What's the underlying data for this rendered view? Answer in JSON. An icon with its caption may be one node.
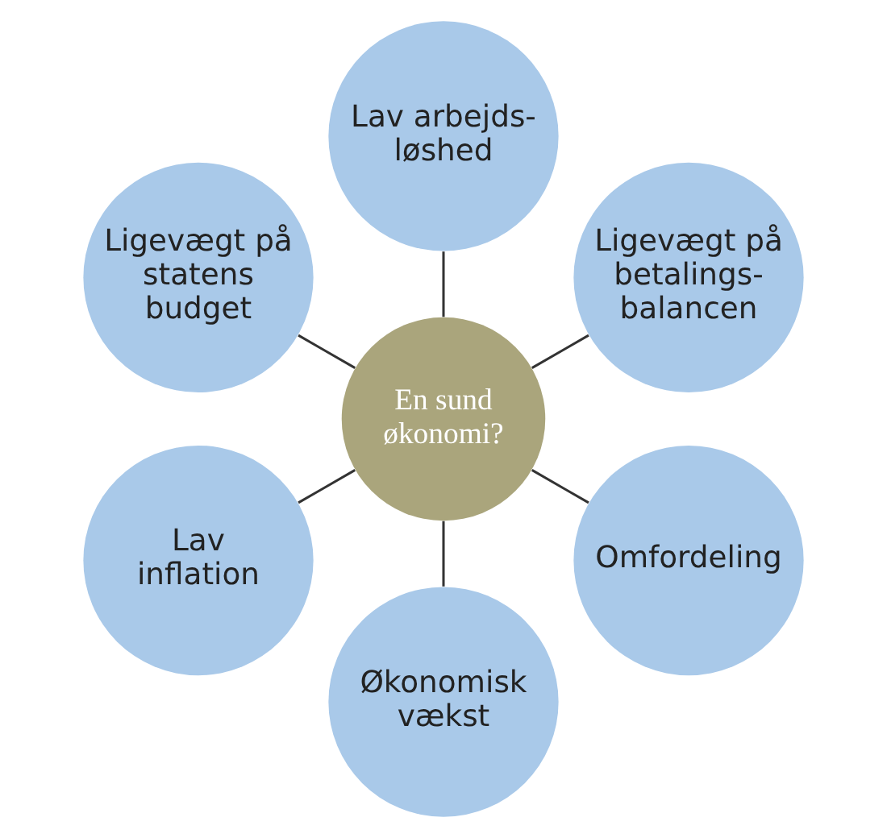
{
  "diagram": {
    "nodes": [
      {
        "text": [
          "En sund økonomi?"
        ]
      },
      {
        "text": [
          "Ligevægt på betalings- balancen"
        ]
      },
      {
        "text": [
          "Lav arbejds- løshed"
        ]
      },
      {
        "text": [
          "Ligevægt på statens budget"
        ]
      },
      {
        "text": [
          "Lav inflation"
        ]
      },
      {
        "text": [
          "Økonomisk vækst"
        ]
      },
      {
        "text": [
          "Omfordeling"
        ]
      }
    ],
    "edges": [
      {
        "from": 0,
        "to": 1,
        "arrow": "none"
      },
      {
        "from": 0,
        "to": 2,
        "arrow": "none"
      },
      {
        "from": 0,
        "to": 3,
        "arrow": "none"
      },
      {
        "from": 0,
        "to": 4,
        "arrow": "none"
      },
      {
        "from": 0,
        "to": 5,
        "arrow": "none"
      },
      {
        "from": 0,
        "to": 6,
        "arrow": "none"
      }
    ]
  }
}
